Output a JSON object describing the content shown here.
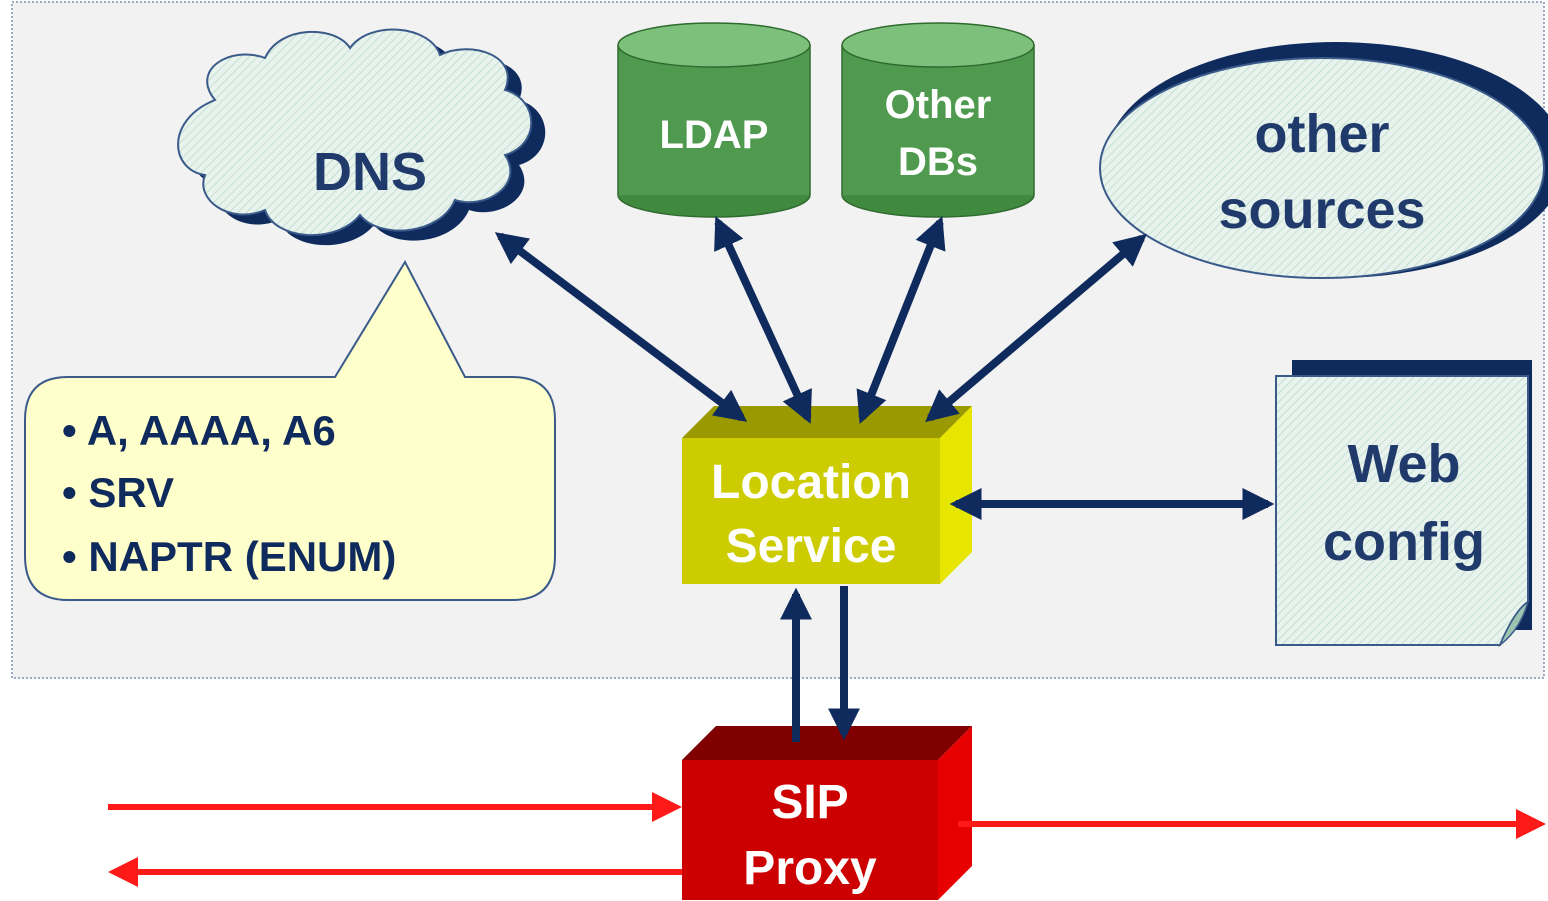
{
  "nodes": {
    "dns": {
      "label": "DNS"
    },
    "ldap": {
      "label": "LDAP"
    },
    "other_dbs": {
      "line1": "Other",
      "line2": "DBs"
    },
    "other_sources": {
      "line1": "other",
      "line2": "sources"
    },
    "location_service": {
      "line1": "Location",
      "line2": "Service"
    },
    "web_config": {
      "line1": "Web",
      "line2": "config"
    },
    "sip_proxy": {
      "line1": "SIP",
      "line2": "Proxy"
    }
  },
  "callout": {
    "items": [
      "• A, AAAA, A6",
      "• SRV",
      "• NAPTR (ENUM)"
    ]
  },
  "colors": {
    "navy_arrow": "#0f2a5c",
    "red_arrow": "#ff1a1a",
    "db_green": "#4f9a4f",
    "location_yellow": "#cccc00",
    "sip_red": "#cc0000",
    "panel_bg": "#f2f2f2",
    "callout_bg": "#ffffcc",
    "text_navy": "#1f3a6b"
  }
}
